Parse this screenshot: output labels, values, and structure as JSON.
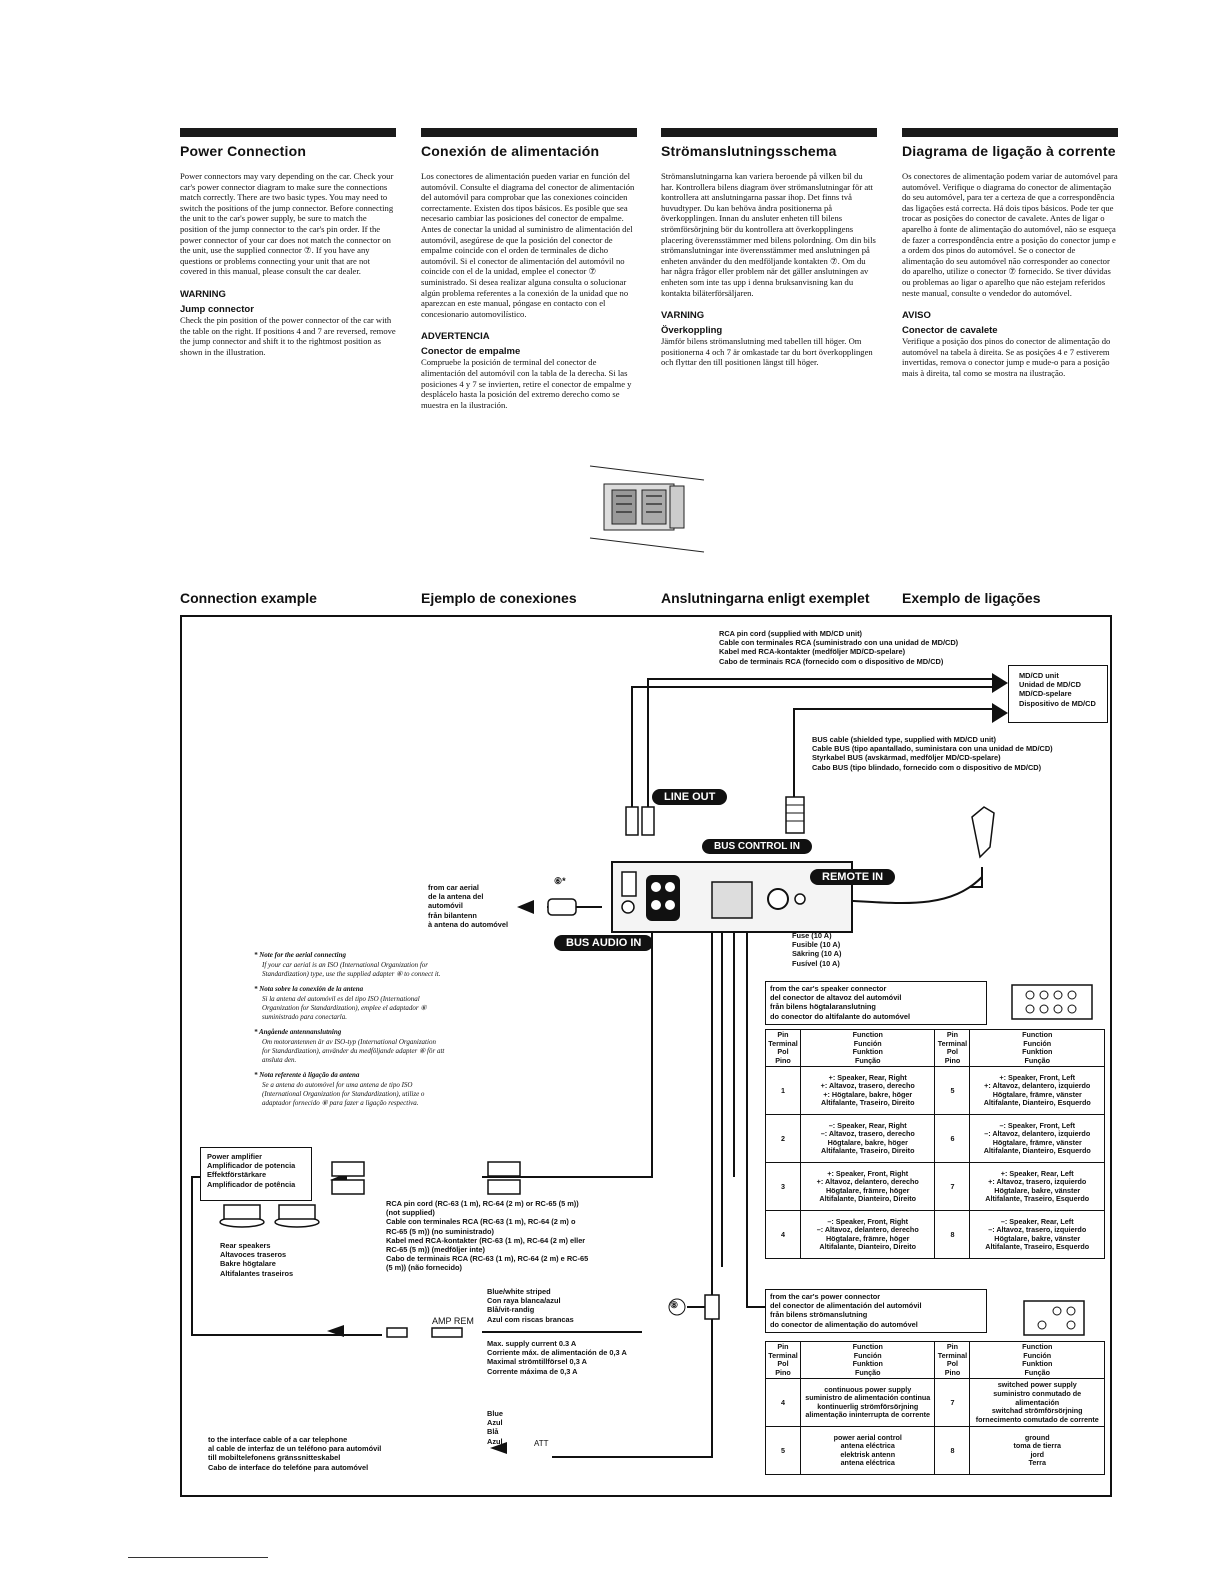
{
  "columns": [
    {
      "title": "Power Connection",
      "body": "Power connectors may vary depending on the car. Check your car's power connector diagram to make sure the connections match correctly. There are two basic types. You may need to switch the positions of the jump connector. Before connecting the unit to the car's power supply, be sure to match the position of the jump connector to the car's pin order. If the power connector of your car does not match the connector on the unit, use the supplied connector ⑦. If you have any questions or problems connecting your unit that are not covered in this manual, please consult the car dealer.",
      "warning": "WARNING",
      "sub": "Jump connector",
      "note": "Check the pin position of the power connector of the car with the table on the right. If positions 4 and 7 are reversed, remove the jump connector and shift it to the rightmost position as shown in the illustration."
    },
    {
      "title": "Conexión de alimentación",
      "body": "Los conectores de alimentación pueden variar en función del automóvil. Consulte el diagrama del conector de alimentación del automóvil para comprobar que las conexiones coinciden correctamente. Existen dos tipos básicos. Es posible que sea necesario cambiar las posiciones del conector de empalme. Antes de conectar la unidad al suministro de alimentación del automóvil, asegúrese de que la posición del conector de empalme coincide con el orden de terminales de dicho automóvil. Si el conector de alimentación del automóvil no coincide con el de la unidad, emplee el conector ⑦ suministrado. Si desea realizar alguna consulta o solucionar algún problema referentes a la conexión de la unidad que no aparezcan en este manual, póngase en contacto con el concesionario automovilístico.",
      "warning": "ADVERTENCIA",
      "sub": "Conector de empalme",
      "note": "Compruebe la posición de terminal del conector de alimentación del automóvil con la tabla de la derecha. Si las posiciones 4 y 7 se invierten, retire el conector de empalme y desplácelo hasta la posición del extremo derecho como se muestra en la ilustración."
    },
    {
      "title": "Strömanslutningsschema",
      "body": "Strömanslutningarna kan variera beroende på vilken bil du har. Kontrollera bilens diagram över strömanslutningar för att kontrollera att anslutningarna passar ihop. Det finns två huvudtyper. Du kan behöva ändra positionerna på överkopplingen. Innan du ansluter enheten till bilens strömförsörjning bör du kontrollera att överkopplingens placering överensstämmer med bilens polordning. Om din bils strömanslutningar inte överensstämmer med anslutningen på enheten använder du den medföljande kontakten ⑦. Om du har några frågor eller problem när det gäller anslutningen av enheten som inte tas upp i denna bruksanvisning kan du kontakta biläterförsäljaren.",
      "warning": "VARNING",
      "sub": "Överkoppling",
      "note": "Jämför bilens strömanslutning med tabellen till höger. Om positionerna 4 och 7 är omkastade tar du bort överkopplingen och flyttar den till positionen längst till höger."
    },
    {
      "title": "Diagrama de ligação à corrente",
      "body": "Os conectores de alimentação podem variar de automóvel para automóvel. Verifique o diagrama do conector de alimentação do seu automóvel, para ter a certeza de que a correspondência das ligações está correcta. Há dois tipos básicos. Pode ter que trocar as posições do conector de cavalete. Antes de ligar o aparelho à fonte de alimentação do automóvel, não se esqueça de fazer a correspondência entre a posição do conector jump e a ordem dos pinos do automóvel. Se o conector de alimentação do seu automóvel não corresponder ao conector do aparelho, utilize o conector ⑦ fornecido. Se tiver dúvidas ou problemas ao ligar o aparelho que não estejam referidos neste manual, consulte o vendedor do automóvel.",
      "warning": "AVISO",
      "sub": "Conector de cavalete",
      "note": "Verifique a posição dos pinos do conector de alimentação do automóvel na tabela à direita. Se as posições 4 e 7 estiverem invertidas, remova o conector jump e mude-o para a posição mais à direita, tal como se mostra na ilustração."
    }
  ],
  "sections": [
    "Connection example",
    "Ejemplo de conexiones",
    "Anslutningarna enligt exemplet",
    "Exemplo de ligações"
  ],
  "diagram": {
    "rca_top": [
      "RCA pin cord (supplied with MD/CD unit)",
      "Cable con terminales RCA (suministrado con una unidad de MD/CD)",
      "Kabel med RCA-kontakter (medföljer MD/CD-spelare)",
      "Cabo de terminais RCA (fornecido com o dispositivo de MD/CD)"
    ],
    "mdcd": [
      "MD/CD unit",
      "Unidad de MD/CD",
      "MD/CD-spelare",
      "Dispositivo de MD/CD"
    ],
    "bus": [
      "BUS cable (shielded type, supplied with MD/CD unit)",
      "Cable BUS (tipo apantallado, suministara con una unidad de MD/CD)",
      "Styrkabel BUS (avskärmad, medföljer MD/CD-spelare)",
      "Cabo BUS (tipo blindado, fornecido com o dispositivo de MD/CD)"
    ],
    "line_out": "LINE OUT",
    "bus_control_in": "BUS CONTROL IN",
    "remote_in": "REMOTE IN",
    "bus_audio_in": "BUS AUDIO IN",
    "aerial": [
      "from car aerial",
      "de la antena del",
      "automóvil",
      "från bilantenn",
      "à antena do automóvel"
    ],
    "n6": "⑥",
    "n6s": "⑥*",
    "n8": "⑧",
    "fuse": [
      "Fuse (10 A)",
      "Fusible (10 A)",
      "Säkring (10 A)",
      "Fusível (10 A)"
    ],
    "notes": [
      {
        "h": "* Note for the aerial connecting",
        "b": [
          "If your car aerial is an ISO (International Organization for",
          "Standardization) type, use the supplied adapter ⑥ to connect it."
        ]
      },
      {
        "h": "* Nota sobre la conexión de la antena",
        "b": [
          "Si la antena del automóvil es del tipo ISO (International",
          "Organization for Standardization), emplee el adaptador ⑥",
          "suministrado para conectarla."
        ]
      },
      {
        "h": "* Angående antennanslutning",
        "b": [
          "Om motorantennen är av ISO-typ (International Organization",
          "for Standardization), använder du medföljande adapter ⑥ för att",
          "ansluta den."
        ]
      },
      {
        "h": "* Nota referente à ligação da antena",
        "b": [
          "Se a antena do automóvel for uma antena de tipo ISO",
          "(International Organization for Standardization), utilize o",
          "adaptador fornecido ⑥ para fazer a ligação respectiva."
        ]
      }
    ],
    "speaker_conn": [
      "from the car's speaker connector",
      "del conector de altavoz del automóvil",
      "från bilens högtalaranslutning",
      "do conector do altifalante do automóvel"
    ],
    "power_conn": [
      "from the car's power connector",
      "del conector de alimentación del automóvil",
      "från bilens strömanslutning",
      "do conector de alimentação do automóvel"
    ],
    "hdr_pin": [
      "Pin",
      "Terminal",
      "Pol",
      "Pino"
    ],
    "hdr_func": [
      "Function",
      "Función",
      "Funktion",
      "Função"
    ],
    "spk_rows": [
      {
        "l": "1",
        "lt": [
          "+: Speaker, Rear, Right",
          "+: Altavoz, trasero, derecho",
          "+: Högtalare, bakre, höger",
          "Altifalante, Traseiro, Direito"
        ],
        "r": "5",
        "rt": [
          "+: Speaker, Front, Left",
          "+: Altavoz, delantero, izquierdo",
          "Högtalare, främre, vänster",
          "Altifalante, Dianteiro, Esquerdo"
        ]
      },
      {
        "l": "2",
        "lt": [
          "–: Speaker, Rear, Right",
          "–: Altavoz, trasero, derecho",
          "Högtalare, bakre, höger",
          "Altifalante, Traseiro, Direito"
        ],
        "r": "6",
        "rt": [
          "–: Speaker, Front, Left",
          "–: Altavoz, delantero, izquierdo",
          "Högtalare, främre, vänster",
          "Altifalante, Dianteiro, Esquerdo"
        ]
      },
      {
        "l": "3",
        "lt": [
          "+: Speaker, Front, Right",
          "+: Altavoz, delantero, derecho",
          "Högtalare, främre, höger",
          "Altifalante, Dianteiro, Direito"
        ],
        "r": "7",
        "rt": [
          "+: Speaker, Rear, Left",
          "+: Altavoz, trasero, izquierdo",
          "Högtalare, bakre, vänster",
          "Altifalante, Traseiro, Esquerdo"
        ]
      },
      {
        "l": "4",
        "lt": [
          "–: Speaker, Front, Right",
          "–: Altavoz, delantero, derecho",
          "Högtalare, främre, höger",
          "Altifalante, Dianteiro, Direito"
        ],
        "r": "8",
        "rt": [
          "–: Speaker, Rear, Left",
          "–: Altavoz, trasero, izquierdo",
          "Högtalare, bakre, vänster",
          "Altifalante, Traseiro, Esquerdo"
        ]
      }
    ],
    "pwr_rows": [
      {
        "l": "4",
        "lt": [
          "continuous power supply",
          "suministro de alimentación continua",
          "kontinuerlig strömförsörjning",
          "alimentação ininterrupta de corrente"
        ],
        "r": "7",
        "rt": [
          "switched power supply",
          "suministro conmutado de alimentación",
          "switchad strömförsörjning",
          "fornecimento comutado de corrente"
        ]
      },
      {
        "l": "5",
        "lt": [
          "power aerial control",
          "antena eléctrica",
          "elektrisk antenn",
          "antena eléctrica"
        ],
        "r": "8",
        "rt": [
          "ground",
          "toma de tierra",
          "jord",
          "Terra"
        ]
      }
    ],
    "amp": [
      "Power amplifier",
      "Amplificador de potencia",
      "Effektförstärkare",
      "Amplificador de potência"
    ],
    "rear": [
      "Rear speakers",
      "Altavoces traseros",
      "Bakre högtalare",
      "Altifalantes traseiros"
    ],
    "rca_bottom": [
      "RCA pin cord (RC-63 (1 m), RC-64 (2 m) or RC-65 (5 m))",
      "(not supplied)",
      "Cable con terminales RCA (RC-63 (1 m), RC-64 (2 m) o",
      "RC-65 (5 m)) (no suministrado)",
      "Kabel med RCA-kontakter (RC-63 (1 m), RC-64 (2 m) eller",
      "RC-65 (5 m)) (medföljer inte)",
      "Cabo de terminais RCA (RC-63 (1 m), RC-64 (2 m) e RC-65",
      "(5 m)) (não fornecido)"
    ],
    "bw": [
      "Blue/white striped",
      "Con raya blanca/azul",
      "Blå/vit-randig",
      "Azul com riscas brancas"
    ],
    "amp_rem": "AMP REM",
    "maxcur": [
      "Max. supply current 0.3 A",
      "Corriente máx. de alimentación de 0,3 A",
      "Maximal strömtillförsel 0,3 A",
      "Corrente máxima de 0,3 A"
    ],
    "blue": [
      "Blue",
      "Azul",
      "Blå",
      "Azul"
    ],
    "att": "ATT",
    "tel": [
      "to the interface cable of a car telephone",
      "al cable de interfaz de un teléfono para automóvil",
      "till mobiltelefonens gränssnitteskabel",
      "Cabo de interface do telefóne para automóvel"
    ]
  }
}
